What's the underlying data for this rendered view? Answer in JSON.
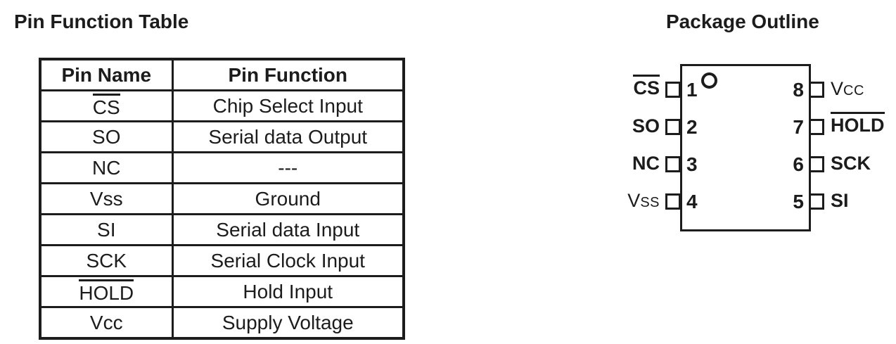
{
  "pin_table": {
    "title": "Pin Function Table",
    "headers": [
      "Pin Name",
      "Pin Function"
    ],
    "rows": [
      {
        "name": "CS",
        "overline": true,
        "bold": true,
        "function": "Chip Select Input"
      },
      {
        "name": "SO",
        "overline": false,
        "bold": false,
        "function": "Serial data Output"
      },
      {
        "name": "NC",
        "overline": false,
        "bold": false,
        "function": "---"
      },
      {
        "name": "Vss",
        "overline": false,
        "bold": false,
        "function": "Ground"
      },
      {
        "name": "SI",
        "overline": false,
        "bold": false,
        "function": "Serial data Input"
      },
      {
        "name": "SCK",
        "overline": false,
        "bold": false,
        "function": "Serial Clock Input"
      },
      {
        "name": "HOLD",
        "overline": true,
        "bold": true,
        "function": "Hold Input"
      },
      {
        "name": "Vcc",
        "overline": false,
        "bold": false,
        "function": "Supply Voltage"
      }
    ]
  },
  "package": {
    "title": "Package Outline",
    "left_pins": [
      {
        "number": "1",
        "label": "CS",
        "overline": true,
        "bold": true,
        "smallcaps": false
      },
      {
        "number": "2",
        "label": "SO",
        "overline": false,
        "bold": true,
        "smallcaps": false
      },
      {
        "number": "3",
        "label": "NC",
        "overline": false,
        "bold": true,
        "smallcaps": false
      },
      {
        "number": "4",
        "label": "Vss",
        "overline": false,
        "bold": false,
        "smallcaps": true
      }
    ],
    "right_pins": [
      {
        "number": "8",
        "label": "Vcc",
        "overline": false,
        "bold": false,
        "smallcaps": true
      },
      {
        "number": "7",
        "label": "HOLD",
        "overline": true,
        "bold": true,
        "smallcaps": false
      },
      {
        "number": "6",
        "label": "SCK",
        "overline": false,
        "bold": true,
        "smallcaps": false
      },
      {
        "number": "5",
        "label": "SI",
        "overline": false,
        "bold": true,
        "smallcaps": false
      }
    ]
  },
  "colors": {
    "ink": "#1c1c1c",
    "background": "#ffffff"
  }
}
